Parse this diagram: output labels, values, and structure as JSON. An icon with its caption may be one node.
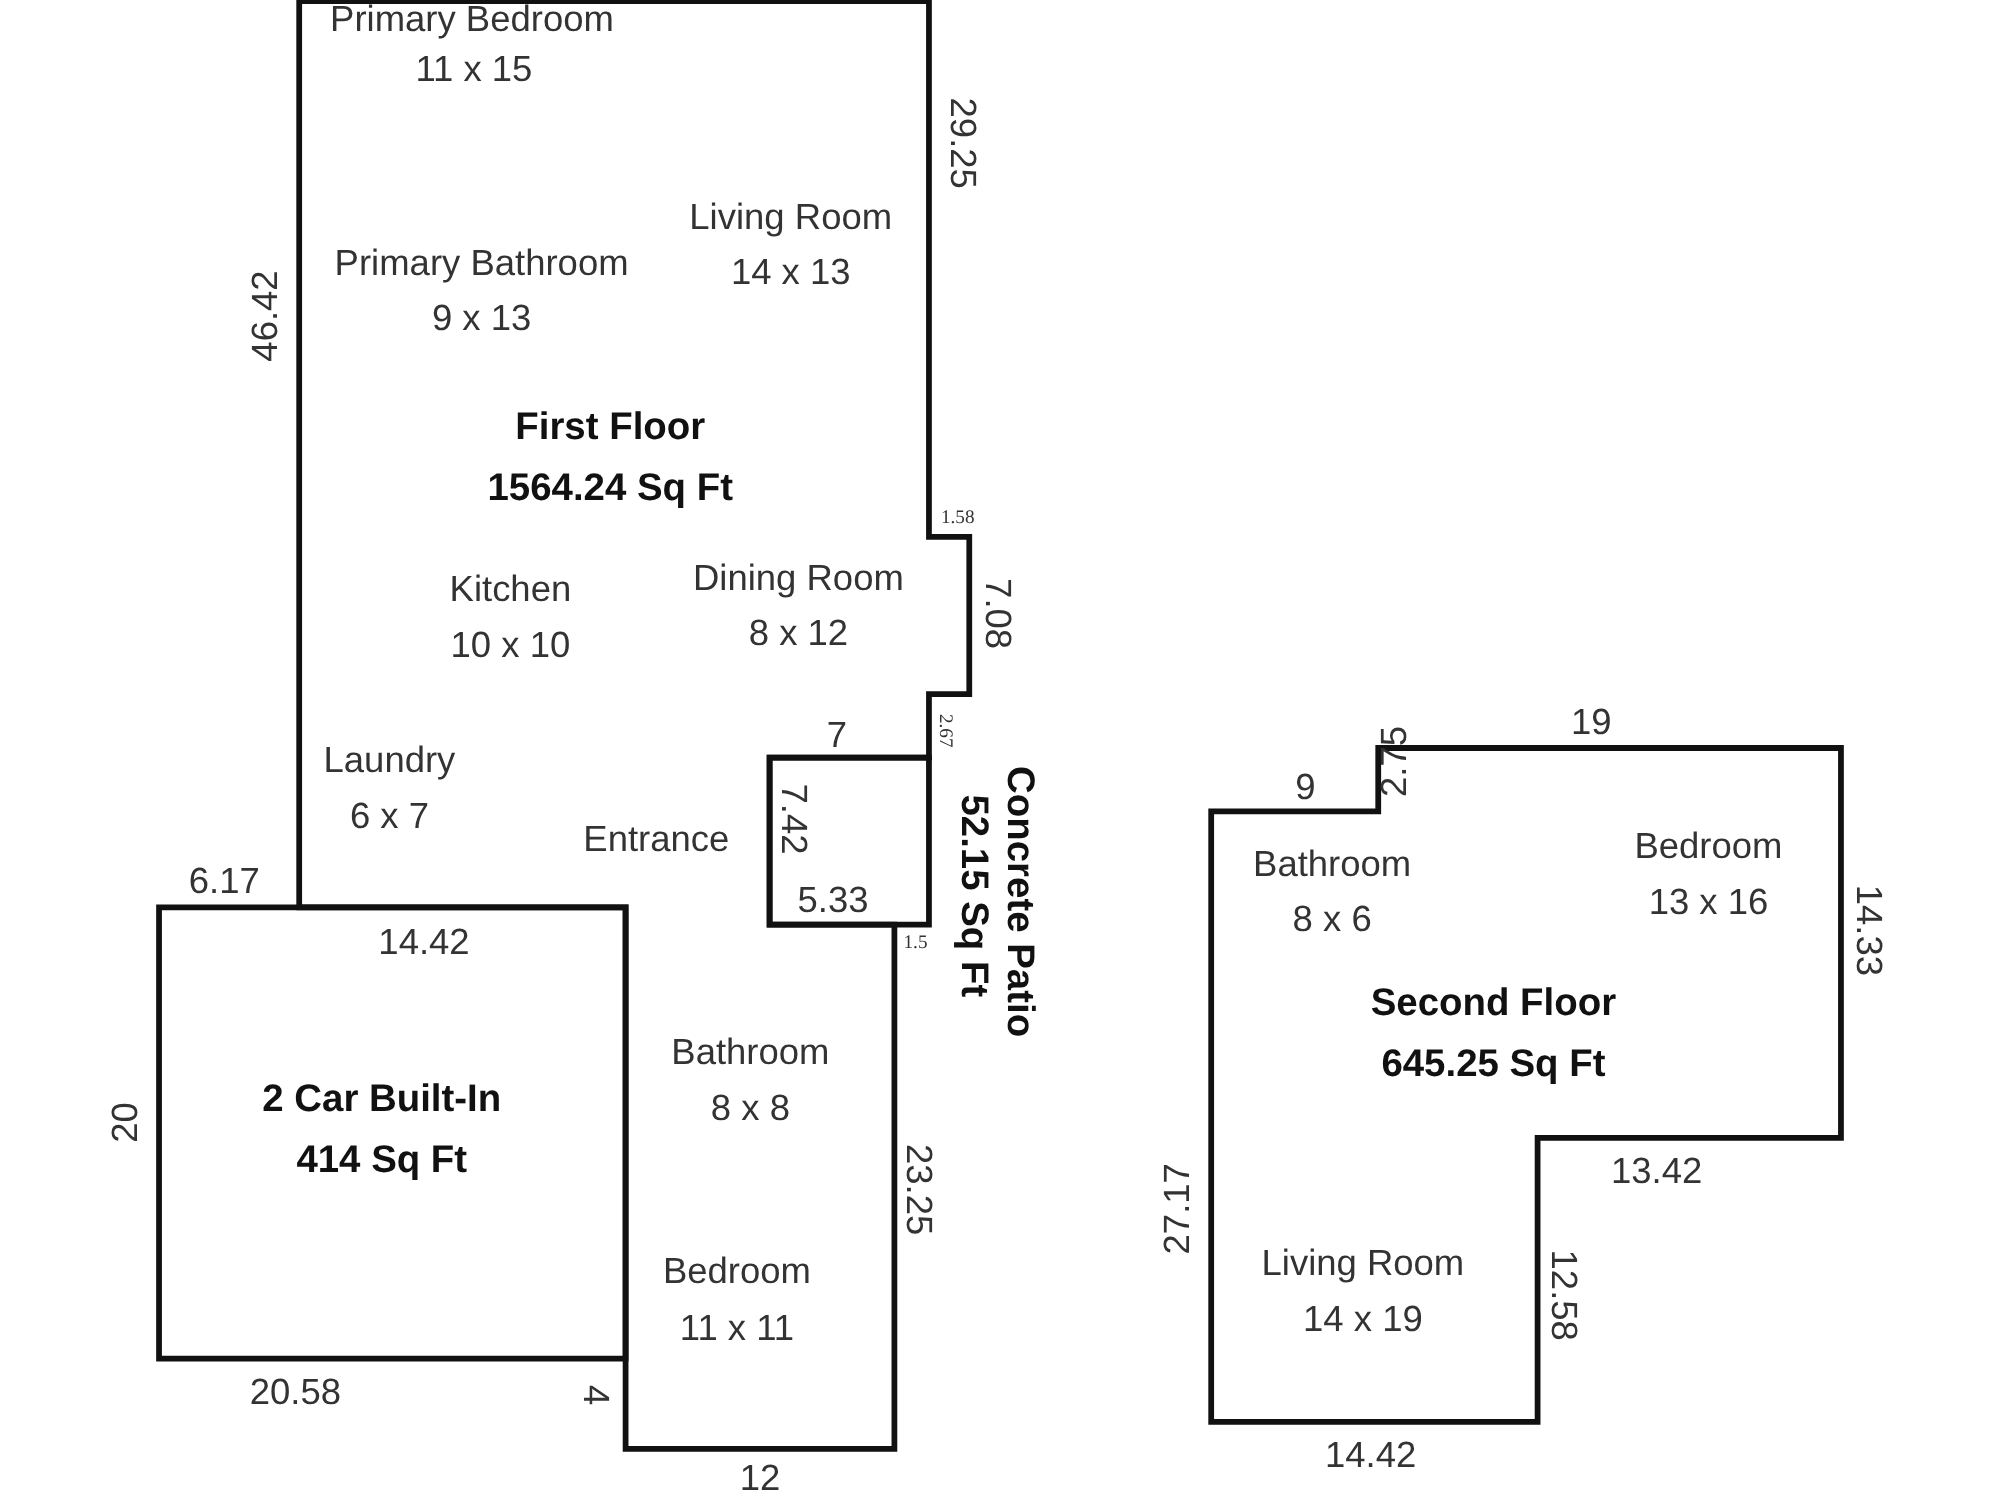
{
  "diagram": {
    "nodes": [
      {
        "text": [
          "First Floor",
          "1564.24 Sq Ft"
        ]
      },
      {
        "text": [
          "Concrete Patio",
          "52.15 Sq Ft"
        ]
      },
      {
        "text": [
          "2 Car Built-In",
          "414 Sq Ft"
        ]
      },
      {
        "text": [
          "Second Floor",
          "645.25 Sq Ft"
        ]
      }
    ],
    "edges": [],
    "labels": [
      "Primary Bedroom",
      "11 x 15",
      "29.25",
      "Living Room",
      "14 x 13",
      "Primary Bathroom",
      "9 x 13",
      "46.42",
      "1.58",
      "Kitchen",
      "10 x 10",
      "Dining Room",
      "8 x 12",
      "7.08",
      "7",
      "2.67",
      "Laundry",
      "6 x 7",
      "Entrance",
      "7.42",
      "5.33",
      "1.5",
      "6.17",
      "14.42",
      "20",
      "Bathroom",
      "8 x 8",
      "23.25",
      "Bedroom",
      "11 x 11",
      "20.58",
      "4",
      "12",
      "9",
      "2.75",
      "19",
      "Bathroom",
      "8 x 6",
      "Bedroom",
      "13 x 16",
      "14.33",
      "27.17",
      "13.42",
      "Living Room",
      "14 x 19",
      "12.58",
      "14.42"
    ]
  }
}
